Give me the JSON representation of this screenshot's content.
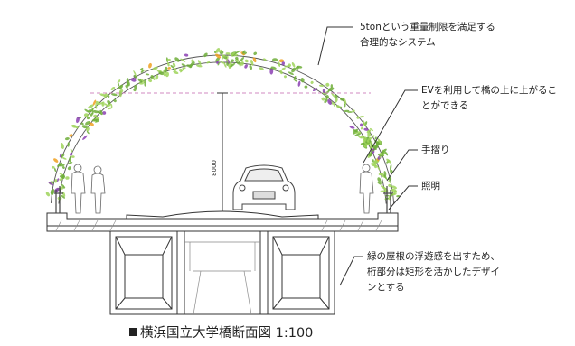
{
  "annotations": {
    "weight_limit": [
      "5tonという重量制限を満足する",
      "合理的なシステム"
    ],
    "elevator": [
      "EVを利用して橋の上に上がるこ",
      "とができる"
    ],
    "handrail": "手摺り",
    "lighting": "照明",
    "green_roof": [
      "緑の屋根の浮遊感を出すため、",
      "桁部分は矩形を活かしたデザイ",
      "ンとする"
    ]
  },
  "dimension": {
    "height_label": "8000"
  },
  "caption": {
    "title": "横浜国立大学橋断面図 1:100"
  },
  "colors": {
    "leaf_green": "#9fd35a",
    "leaf_dark": "#6fae3a",
    "flower_purple": "#8b3fb3",
    "flower_orange": "#f0a020",
    "line": "#333333"
  }
}
